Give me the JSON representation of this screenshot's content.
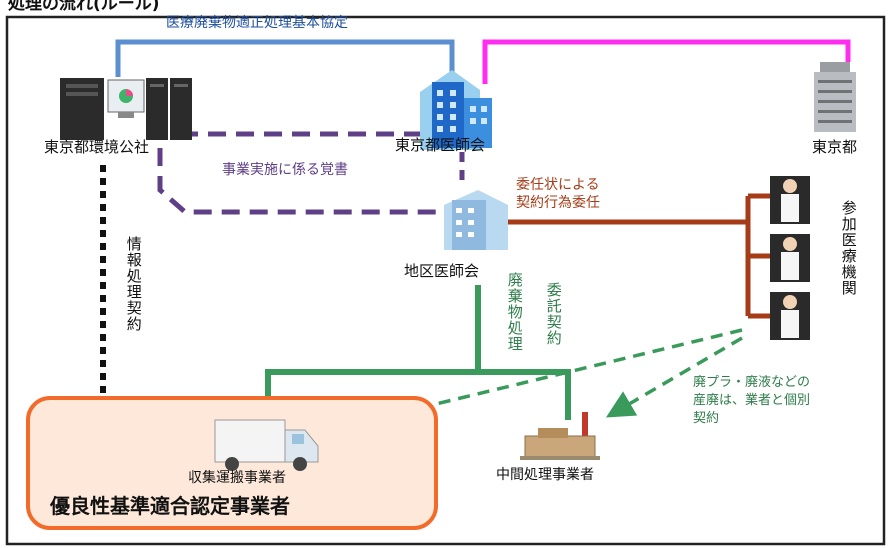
{
  "header_text": "処理の流れ(ルール)",
  "nodes": {
    "env_company": "東京都環境公社",
    "tokyo_med": "東京都医師会",
    "tokyo_gov": "東京都",
    "district_med": "地区医師会",
    "participating": "参加医療機関",
    "collector": "収集運搬事業者",
    "intermediate": "中間処理事業者",
    "certified": "優良性基準適合認定事業者"
  },
  "agreements": {
    "basic": "医療廃棄物適正処理基本協定",
    "memo": "事業実施に係る覚書",
    "entrust_line1": "委任状による",
    "entrust_line2": "契約行為委任",
    "info": "情報処理契約",
    "waste": "廃棄物処理",
    "consign": "委託契約",
    "note_line1": "廃プラ・廃液などの",
    "note_line2": "産廃は、業者と個別",
    "note_line3": "契約"
  },
  "colors": {
    "blue": "#5b8fd0",
    "magenta": "#ff2df0",
    "purple": "#5f3f86",
    "brown": "#a63c17",
    "green": "#3a9a5c",
    "orange": "#f26b2a",
    "black": "#111111"
  }
}
